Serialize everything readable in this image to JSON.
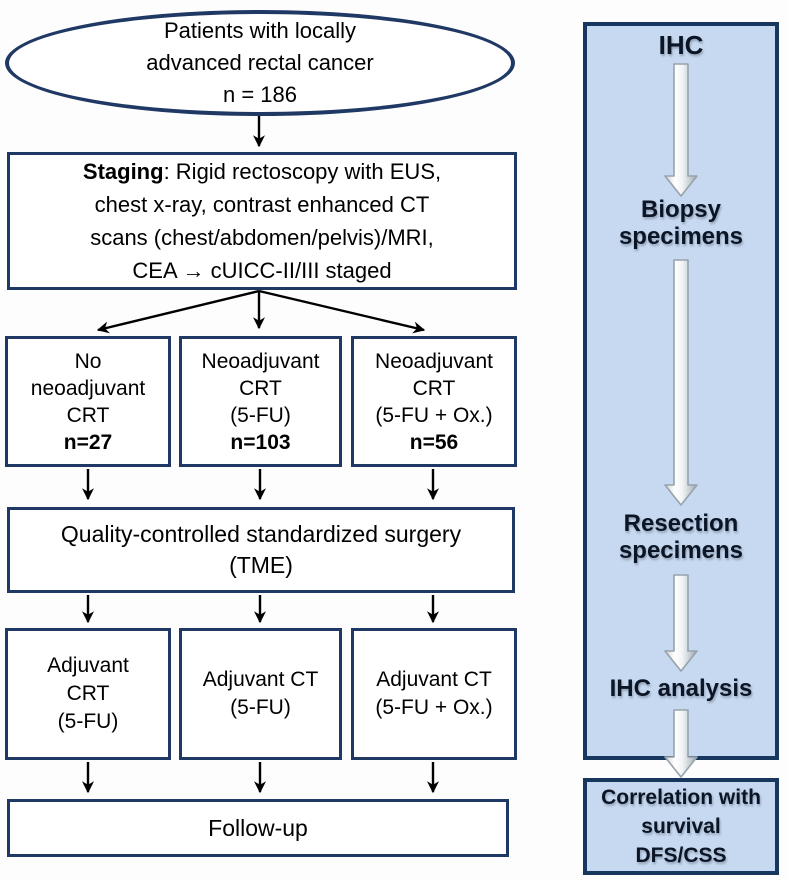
{
  "figure": {
    "left_flow": {
      "patients_ellipse": {
        "lines": [
          "Patients with locally",
          "advanced rectal cancer",
          "n = 186"
        ]
      },
      "staging_box": {
        "lead": "Staging",
        "line1_rest": ": Rigid rectoscopy with EUS,",
        "line2": "chest x-ray, contrast enhanced CT",
        "line3": "scans (chest/abdomen/pelvis)/MRI,",
        "line4": "CEA → cUICC-II/III staged"
      },
      "treatment_arms": [
        {
          "lines": [
            "No",
            "neoadjuvant",
            "CRT"
          ],
          "n": "n=27"
        },
        {
          "lines": [
            "Neoadjuvant",
            "CRT",
            "(5-FU)"
          ],
          "n": "n=103"
        },
        {
          "lines": [
            "Neoadjuvant",
            "CRT",
            "(5-FU + Ox.)"
          ],
          "n": "n=56"
        }
      ],
      "surgery_box": {
        "line1": "Quality-controlled standardized surgery",
        "line2": "(TME)"
      },
      "adjuvant_arms": [
        {
          "lines": [
            "Adjuvant",
            "CRT",
            "(5-FU)"
          ]
        },
        {
          "lines": [
            "Adjuvant CT",
            "(5-FU)"
          ]
        },
        {
          "lines": [
            "Adjuvant CT",
            "(5-FU + Ox.)"
          ]
        }
      ],
      "followup_box": "Follow-up"
    },
    "ihc_panel": {
      "step_ihc": "IHC",
      "step_biopsy": {
        "line1": "Biopsy",
        "line2": "specimens"
      },
      "step_resection": {
        "line1": "Resection",
        "line2": "specimens"
      },
      "step_analysis": "IHC analysis",
      "outcome_box": {
        "line1": "Correlation with",
        "line2": "survival",
        "line3": "DFS/CSS"
      }
    },
    "colors": {
      "box_border_navy": "#1f3864",
      "panel_border_navy": "#17375e",
      "panel_fill_blue": "#c6d9f0",
      "connector_black": "#000000",
      "arrow3d_highlight": "#ffffff",
      "arrow3d_shade": "#8e99a1",
      "text_black": "#000000"
    }
  }
}
